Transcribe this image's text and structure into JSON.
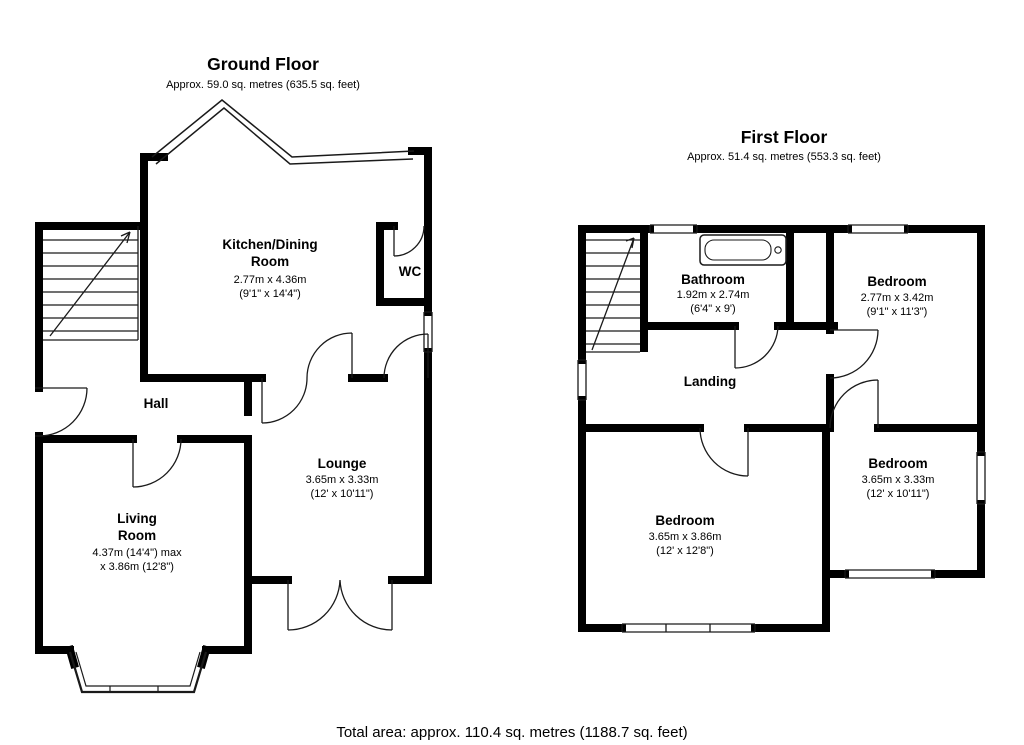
{
  "ground": {
    "title": "Ground Floor",
    "area": "Approx. 59.0 sq. metres (635.5 sq. feet)",
    "rooms": {
      "kitchen": {
        "name1": "Kitchen/Dining",
        "name2": "Room",
        "metric": "2.77m x 4.36m",
        "imperial": "(9'1\" x 14'4\")"
      },
      "wc": {
        "name": "WC"
      },
      "hall": {
        "name": "Hall"
      },
      "lounge": {
        "name": "Lounge",
        "metric": "3.65m x 3.33m",
        "imperial": "(12' x 10'11\")"
      },
      "living_room": {
        "name1": "Living",
        "name2": "Room",
        "metric": "4.37m (14'4\") max",
        "imperial": "x 3.86m (12'8\")"
      }
    }
  },
  "first": {
    "title": "First Floor",
    "area": "Approx. 51.4 sq. metres (553.3 sq. feet)",
    "rooms": {
      "bathroom": {
        "name": "Bathroom",
        "metric": "1.92m x 2.74m",
        "imperial": "(6'4\" x 9')"
      },
      "bedroom_top_right": {
        "name": "Bedroom",
        "metric": "2.77m x 3.42m",
        "imperial": "(9'1\" x 11'3\")"
      },
      "landing": {
        "name": "Landing"
      },
      "bedroom_mid_right": {
        "name": "Bedroom",
        "metric": "3.65m x 3.33m",
        "imperial": "(12' x 10'11\")"
      },
      "bedroom_bottom_left": {
        "name": "Bedroom",
        "metric": "3.65m x 3.86m",
        "imperial": "(12' x 12'8\")"
      }
    }
  },
  "footer": {
    "total_area": "Total area: approx. 110.4 sq. metres (1188.7 sq. feet)"
  },
  "colors": {
    "wall": "#000000",
    "line": "#1a1a1a",
    "background": "#ffffff"
  }
}
